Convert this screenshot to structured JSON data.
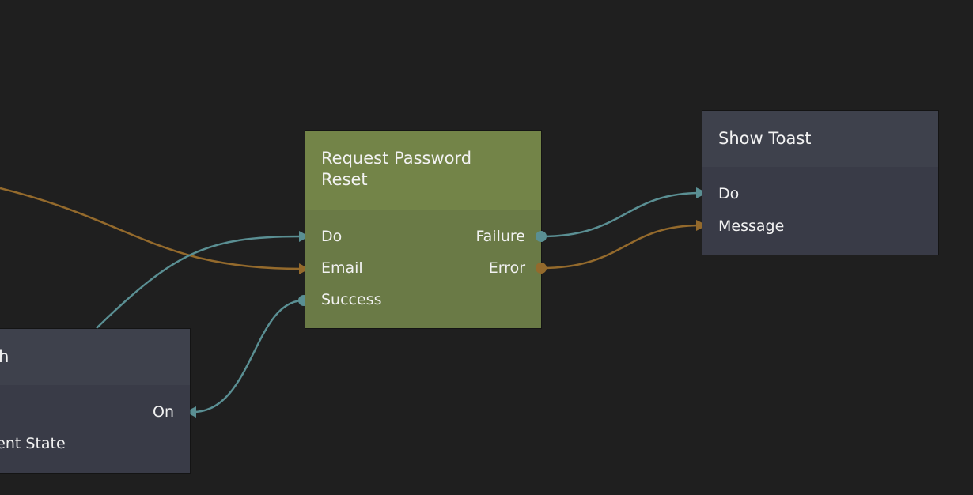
{
  "colors": {
    "signal": "#5a8f93",
    "data": "#946a2c",
    "canvas": "#1f1f1f"
  },
  "nodes": {
    "request_password_reset": {
      "title": "Request Password Reset",
      "inputs": [
        "Do",
        "Email",
        "Success"
      ],
      "outputs": [
        "Failure",
        "Error"
      ]
    },
    "show_toast": {
      "title": "Show Toast",
      "inputs": [
        "Do",
        "Message"
      ]
    },
    "switch": {
      "title": "Switch",
      "outputs": [
        "On"
      ],
      "inputs": [
        "Current State"
      ]
    }
  }
}
